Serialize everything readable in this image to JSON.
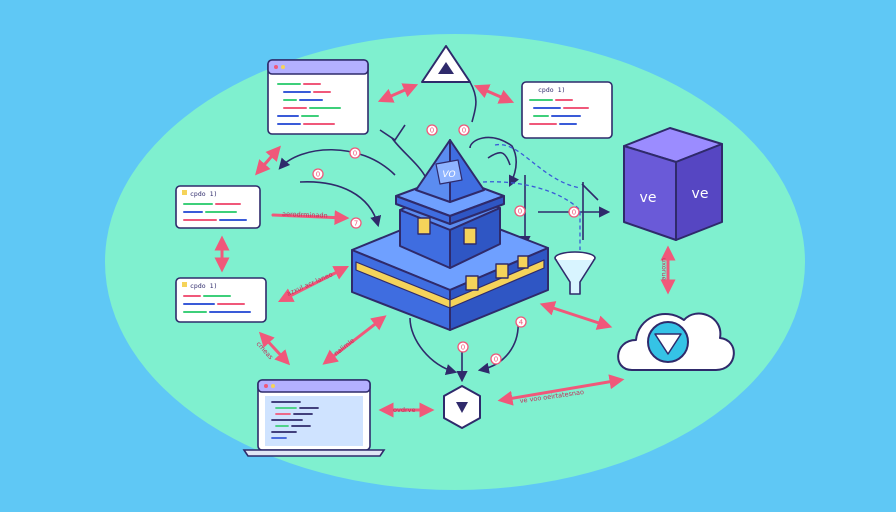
{
  "colors": {
    "background": "#5fc8f5",
    "blob": "#7ff0cf",
    "outline": "#2f2a6b",
    "accent_pink": "#f0587a",
    "building_blue": "#4a7fe8",
    "building_yellow": "#f5d35a",
    "cube_purple": "#6a5ad8",
    "cloud_teal": "#35c3e6"
  },
  "panels": {
    "top_left": {
      "title": ""
    },
    "top_right": {
      "title": "cpdo 1)"
    },
    "mid_left_1": {
      "title": "cpdo 1)"
    },
    "mid_left_2": {
      "title": "cpdo 1)"
    },
    "laptop": {
      "title": ""
    }
  },
  "center": {
    "roof_label": "VO"
  },
  "cube": {
    "front_label": "ve",
    "side_label": "ve"
  },
  "cloud": {
    "icon": "triangle-down-icon"
  },
  "nodes": {
    "top_triangle": "triangle-icon",
    "bottom_hexagon": "triangle-down-icon"
  },
  "arrow_labels": {
    "a1": "aerodrminadn",
    "a2": "azxul acr laneo",
    "a3": "cmeas",
    "a4": "nalimle",
    "a5": "ovdrve",
    "a6": "ve voo oeirtatesnao",
    "a7": "uxorue"
  },
  "badges": {
    "b1": "0",
    "b2": "0",
    "b3": "0",
    "b4": "0",
    "b5": "7",
    "b6": "0",
    "b7": "0",
    "b8": "0",
    "b9": "4",
    "b10": "0"
  }
}
